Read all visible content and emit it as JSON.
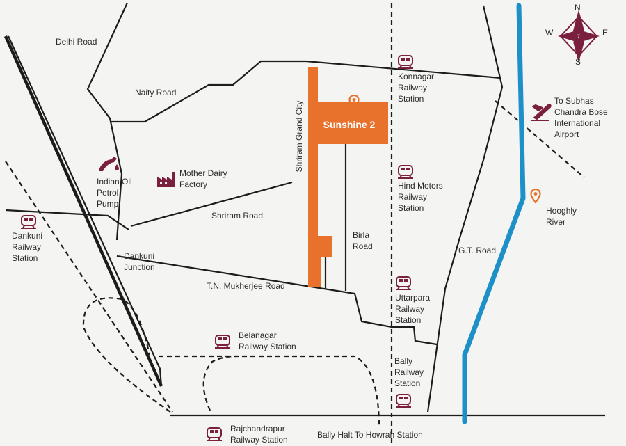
{
  "colors": {
    "road": "#1c1c1c",
    "project": "#e8712b",
    "river": "#1e90c8",
    "icon": "#7a1f3d",
    "pin": "#e8712b"
  },
  "project": {
    "name": "Sunshine 2",
    "road_name": "Shriram Grand City"
  },
  "compass": {
    "n": "N",
    "e": "E",
    "s": "S",
    "w": "W"
  },
  "roads": {
    "delhi": "Delhi Road",
    "naity": "Naity Road",
    "shriram": "Shriram Road",
    "tn_mukherjee": "T.N. Mukherjee Road",
    "birla": "Birla\nRoad",
    "gt": "G.T. Road",
    "bally_halt": "Bally Halt To Howrah Station"
  },
  "landmarks": {
    "indian_oil": "Indian Oil\nPetrol\nPump",
    "mother_dairy": "Mother Dairy\nFactory",
    "dankuni_junction": "Dankuni\nJunction",
    "airport": "To Subhas\nChandra Bose\nInternational\nAirport",
    "hooghly": "Hooghly\nRiver"
  },
  "stations": {
    "konnagar": "Konnagar\nRailway\nStation",
    "hind_motors": "Hind Motors\nRailway\nStation",
    "uttarpara": "Uttarpara\nRailway\nStation",
    "bally": "Bally\nRailway\nStation",
    "belanagar": "Belanagar\nRailway Station",
    "rajchandrapur": "Rajchandrapur\nRailway Station",
    "dankuni": "Dankuni\nRailway\nStation"
  },
  "icons": {
    "train": "train-icon",
    "fuel": "fuel-pump-icon",
    "factory": "factory-icon",
    "airplane": "airplane-icon",
    "pin": "location-pin-icon",
    "compass": "compass-icon"
  }
}
